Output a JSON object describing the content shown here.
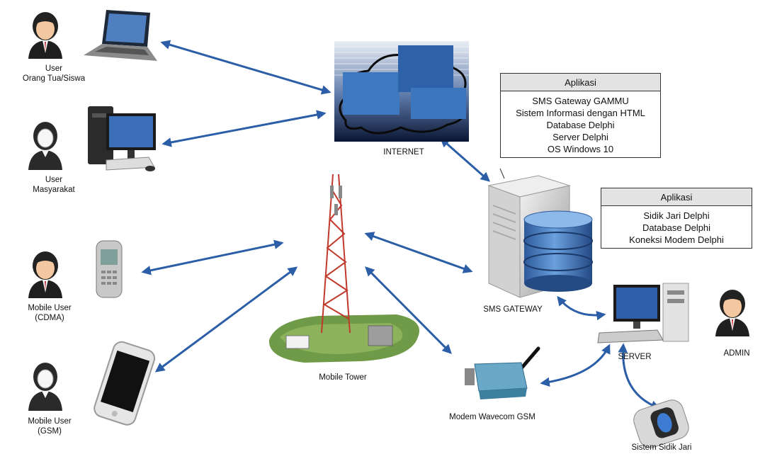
{
  "labels": {
    "user_parent": [
      "User",
      "Orang Tua/Siswa"
    ],
    "user_public": [
      "User",
      "Masyarakat"
    ],
    "mobile_cdma": [
      "Mobile User",
      "(CDMA)"
    ],
    "mobile_gsm": [
      "Mobile User",
      "(GSM)"
    ],
    "internet": "INTERNET",
    "mobile_tower": "Mobile Tower",
    "sms_gateway": "SMS GATEWAY",
    "modem": "Modem Wavecom GSM",
    "server": "SERVER",
    "admin": "ADMIN",
    "fingerprint": "Sistem Sidik Jari"
  },
  "app_box_gateway": {
    "title": "Aplikasi",
    "items": [
      "SMS Gateway GAMMU",
      "Sistem Informasi dengan HTML",
      "Database Delphi",
      "Server Delphi",
      "OS Windows 10"
    ]
  },
  "app_box_server": {
    "title": "Aplikasi",
    "items": [
      "Sidik Jari Delphi",
      "Database Delphi",
      "Koneksi Modem Delphi"
    ]
  },
  "colors": {
    "arrow": "#2b5ea7",
    "box_header": "#e3e3e3"
  }
}
